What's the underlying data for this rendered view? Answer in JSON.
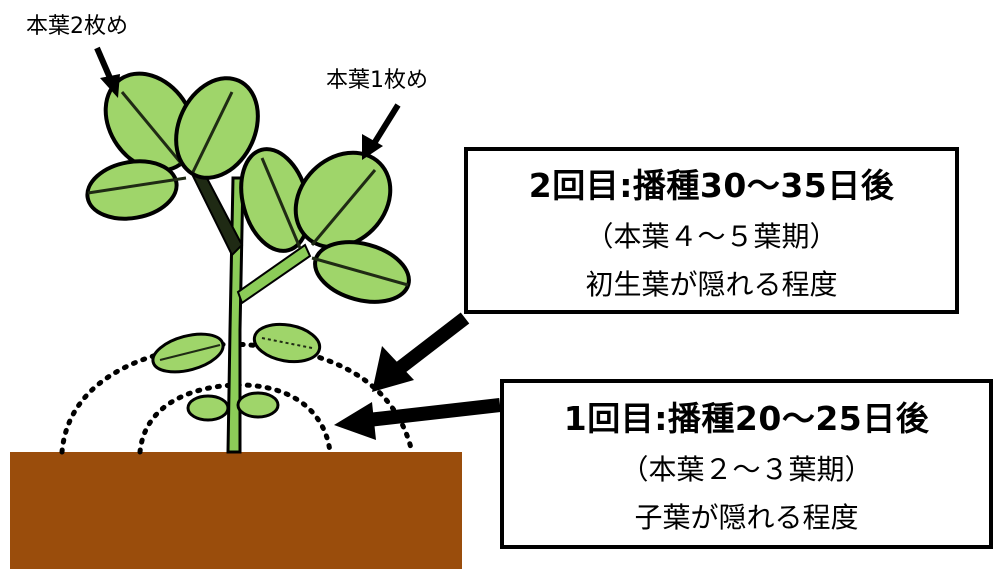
{
  "labels": {
    "leaf2": "本葉2枚め",
    "leaf1": "本葉1枚め"
  },
  "box_second": {
    "heading": "2回目:播種30～35日後",
    "line1": "（本葉４～５葉期）",
    "line2": "初生葉が隠れる程度"
  },
  "box_first": {
    "heading": "1回目:播種20～25日後",
    "line1": "（本葉２～３葉期）",
    "line2": "子葉が隠れる程度"
  },
  "colors": {
    "soil": "#9a4d0c",
    "leaf_fill": "#9fd56a",
    "leaf_vein": "#1f2a14",
    "outline": "#000000"
  }
}
